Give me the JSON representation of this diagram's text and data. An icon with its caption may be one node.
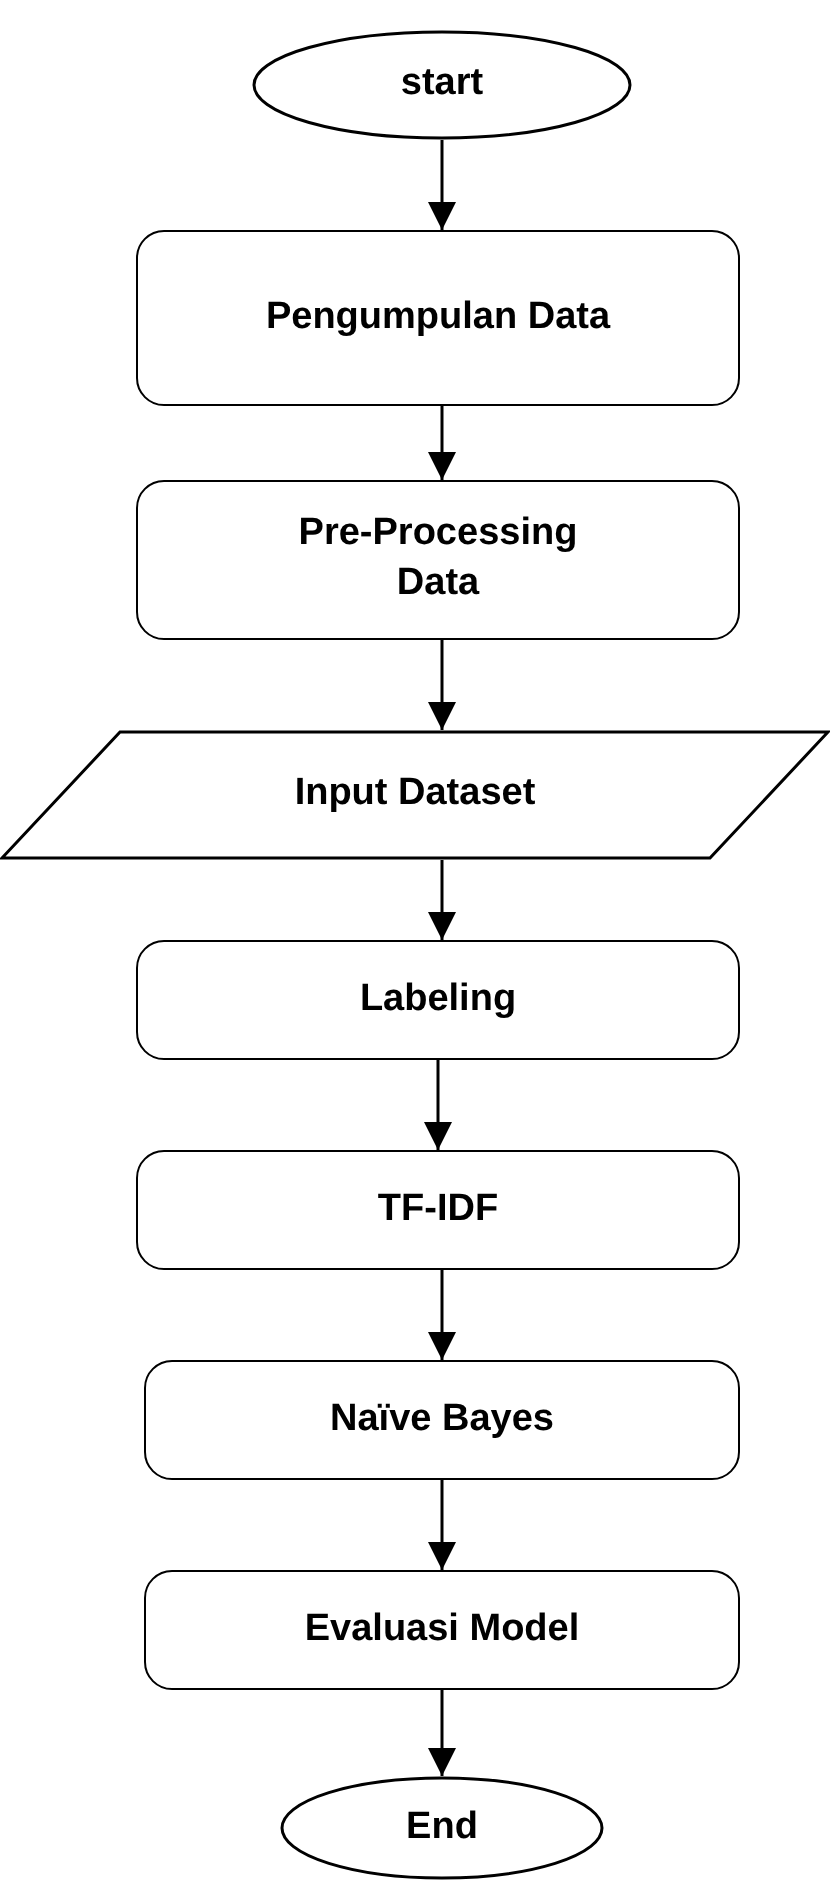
{
  "diagram": {
    "nodes": [
      {
        "text": [
          "start"
        ]
      },
      {
        "text": [
          "Pengumpulan Data"
        ]
      },
      {
        "text": [
          "Pre-Processing Data"
        ]
      },
      {
        "text": [
          "Input Dataset"
        ]
      },
      {
        "text": [
          "Labeling"
        ]
      },
      {
        "text": [
          "TF-IDF"
        ]
      },
      {
        "text": [
          "Naïve Bayes"
        ]
      },
      {
        "text": [
          "Evaluasi Model"
        ]
      },
      {
        "text": [
          "End"
        ]
      }
    ],
    "edges": [
      {
        "from": 0,
        "to": 1,
        "arrow": "to"
      },
      {
        "from": 1,
        "to": 2,
        "arrow": "to"
      },
      {
        "from": 2,
        "to": 3,
        "arrow": "to"
      },
      {
        "from": 3,
        "to": 4,
        "arrow": "to"
      },
      {
        "from": 4,
        "to": 5,
        "arrow": "to"
      },
      {
        "from": 5,
        "to": 6,
        "arrow": "to"
      },
      {
        "from": 6,
        "to": 7,
        "arrow": "to"
      },
      {
        "from": 7,
        "to": 8,
        "arrow": "to"
      }
    ]
  }
}
